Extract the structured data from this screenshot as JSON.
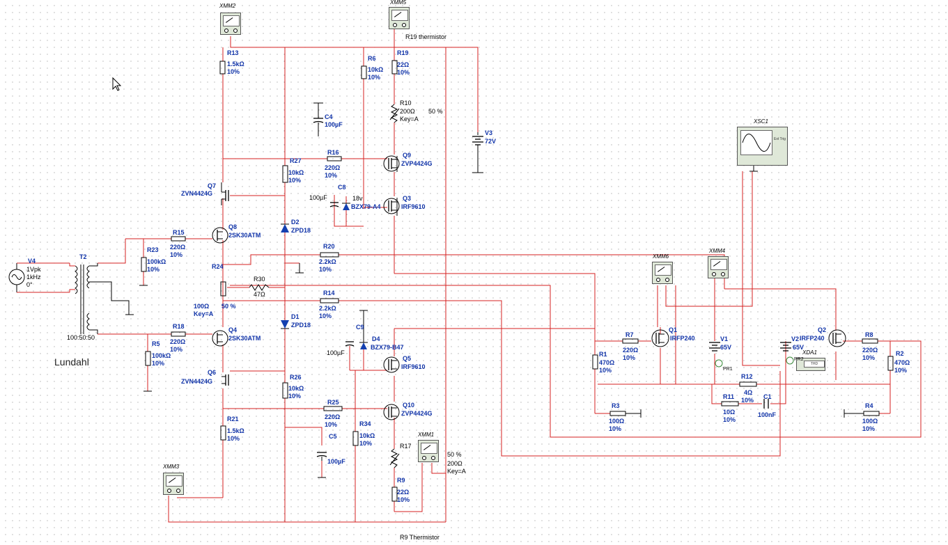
{
  "schematic_title": "Lundahl",
  "instruments": {
    "xmm2": "XMM2",
    "xmm5": "XMM5",
    "xmm3": "XMM3",
    "xmm1": "XMM1",
    "xmm6": "XMM6",
    "xmm4": "XMM4",
    "xsc1": "XSC1",
    "xda1": "XDA1",
    "scope_ext": "Ext Trig",
    "dist_screen": "THD",
    "pr1": "PR1",
    "pr2": "PR2"
  },
  "resistors": {
    "r13": {
      "name": "R13",
      "value": "1.5kΩ",
      "tol": "10%"
    },
    "r6": {
      "name": "R6",
      "value": "10kΩ",
      "tol": "10%"
    },
    "r19": {
      "name": "R19",
      "value": "22Ω",
      "tol": "10%",
      "note": "R19 thermistor"
    },
    "r10": {
      "name": "R10",
      "value": "200Ω",
      "pct": "50 %",
      "key": "Key=A"
    },
    "r16": {
      "name": "R16",
      "value": "220Ω",
      "tol": "10%"
    },
    "r27": {
      "name": "R27",
      "value": "10kΩ",
      "tol": "10%"
    },
    "r15": {
      "name": "R15",
      "value": "220Ω",
      "tol": "10%"
    },
    "r23": {
      "name": "R23",
      "value": "100kΩ",
      "tol": "10%"
    },
    "r20": {
      "name": "R20",
      "value": "2.2kΩ",
      "tol": "10%"
    },
    "r24": {
      "name": "R24",
      "value": "100Ω",
      "pct": "50 %",
      "key": "Key=A"
    },
    "r30": {
      "name": "R30",
      "value": "47Ω"
    },
    "r14": {
      "name": "R14",
      "value": "2.2kΩ",
      "tol": "10%"
    },
    "r18": {
      "name": "R18",
      "value": "220Ω",
      "tol": "10%"
    },
    "r5": {
      "name": "R5",
      "value": "100kΩ",
      "tol": "10%"
    },
    "r26": {
      "name": "R26",
      "value": "10kΩ",
      "tol": "10%"
    },
    "r21": {
      "name": "R21",
      "value": "1.5kΩ",
      "tol": "10%"
    },
    "r25": {
      "name": "R25",
      "value": "220Ω",
      "tol": "10%"
    },
    "r34": {
      "name": "R34",
      "value": "10kΩ",
      "tol": "10%"
    },
    "r17": {
      "name": "R17",
      "value": "200Ω",
      "pct": "50 %",
      "key": "Key=A"
    },
    "r9": {
      "name": "R9",
      "value": "22Ω",
      "tol": "10%",
      "note": "R9 Thermistor"
    },
    "r1": {
      "name": "R1",
      "value": "470Ω",
      "tol": "10%"
    },
    "r7": {
      "name": "R7",
      "value": "220Ω",
      "tol": "10%"
    },
    "r3": {
      "name": "R3",
      "value": "100Ω",
      "tol": "10%"
    },
    "r12": {
      "name": "R12",
      "value": "4Ω",
      "tol": "10%"
    },
    "r11": {
      "name": "R11",
      "value": "10Ω",
      "tol": "10%"
    },
    "r8": {
      "name": "R8",
      "value": "220Ω",
      "tol": "10%"
    },
    "r2": {
      "name": "R2",
      "value": "470Ω",
      "tol": "10%"
    },
    "r4": {
      "name": "R4",
      "value": "100Ω",
      "tol": "10%"
    }
  },
  "capacitors": {
    "c4": {
      "name": "C4",
      "value": "100µF"
    },
    "c8": {
      "name": "C8",
      "value": "100µF"
    },
    "c9": {
      "name": "C9",
      "value": "100µF"
    },
    "c5": {
      "name": "C5",
      "value": "100µF"
    },
    "c1": {
      "name": "C1",
      "value": "100nF"
    }
  },
  "semis": {
    "q9": {
      "name": "Q9",
      "part": "ZVP4424G"
    },
    "q3": {
      "name": "Q3",
      "part": "IRF9610"
    },
    "q7": {
      "name": "Q7",
      "part": "ZVN4424G"
    },
    "q8": {
      "name": "Q8",
      "part": "2SK30ATM"
    },
    "q4": {
      "name": "Q4",
      "part": "2SK30ATM"
    },
    "q6": {
      "name": "Q6",
      "part": "ZVN4424G"
    },
    "q5": {
      "name": "Q5",
      "part": "IRF9610"
    },
    "q10": {
      "name": "Q10",
      "part": "ZVP4424G"
    },
    "q1": {
      "name": "Q1",
      "part": "IRFP240"
    },
    "q2": {
      "name": "Q2",
      "part": "IRFP240"
    },
    "d2": {
      "name": "D2",
      "part": "ZPD18"
    },
    "d1": {
      "name": "D1",
      "part": "ZPD18"
    },
    "dz8": {
      "name": "18v",
      "part": "BZX79-A4"
    },
    "d4": {
      "name": "D4",
      "part": "BZX79-B47"
    }
  },
  "sources": {
    "v3": {
      "name": "V3",
      "value": "72V"
    },
    "v4": {
      "name": "V4",
      "amp": "1Vpk",
      "freq": "1kHz",
      "phase": "0°"
    },
    "v1": {
      "name": "V1",
      "value": "65V"
    },
    "v2": {
      "name": "V2",
      "value": "65V"
    },
    "t2": {
      "name": "T2",
      "ratio": "100:50:50"
    }
  }
}
